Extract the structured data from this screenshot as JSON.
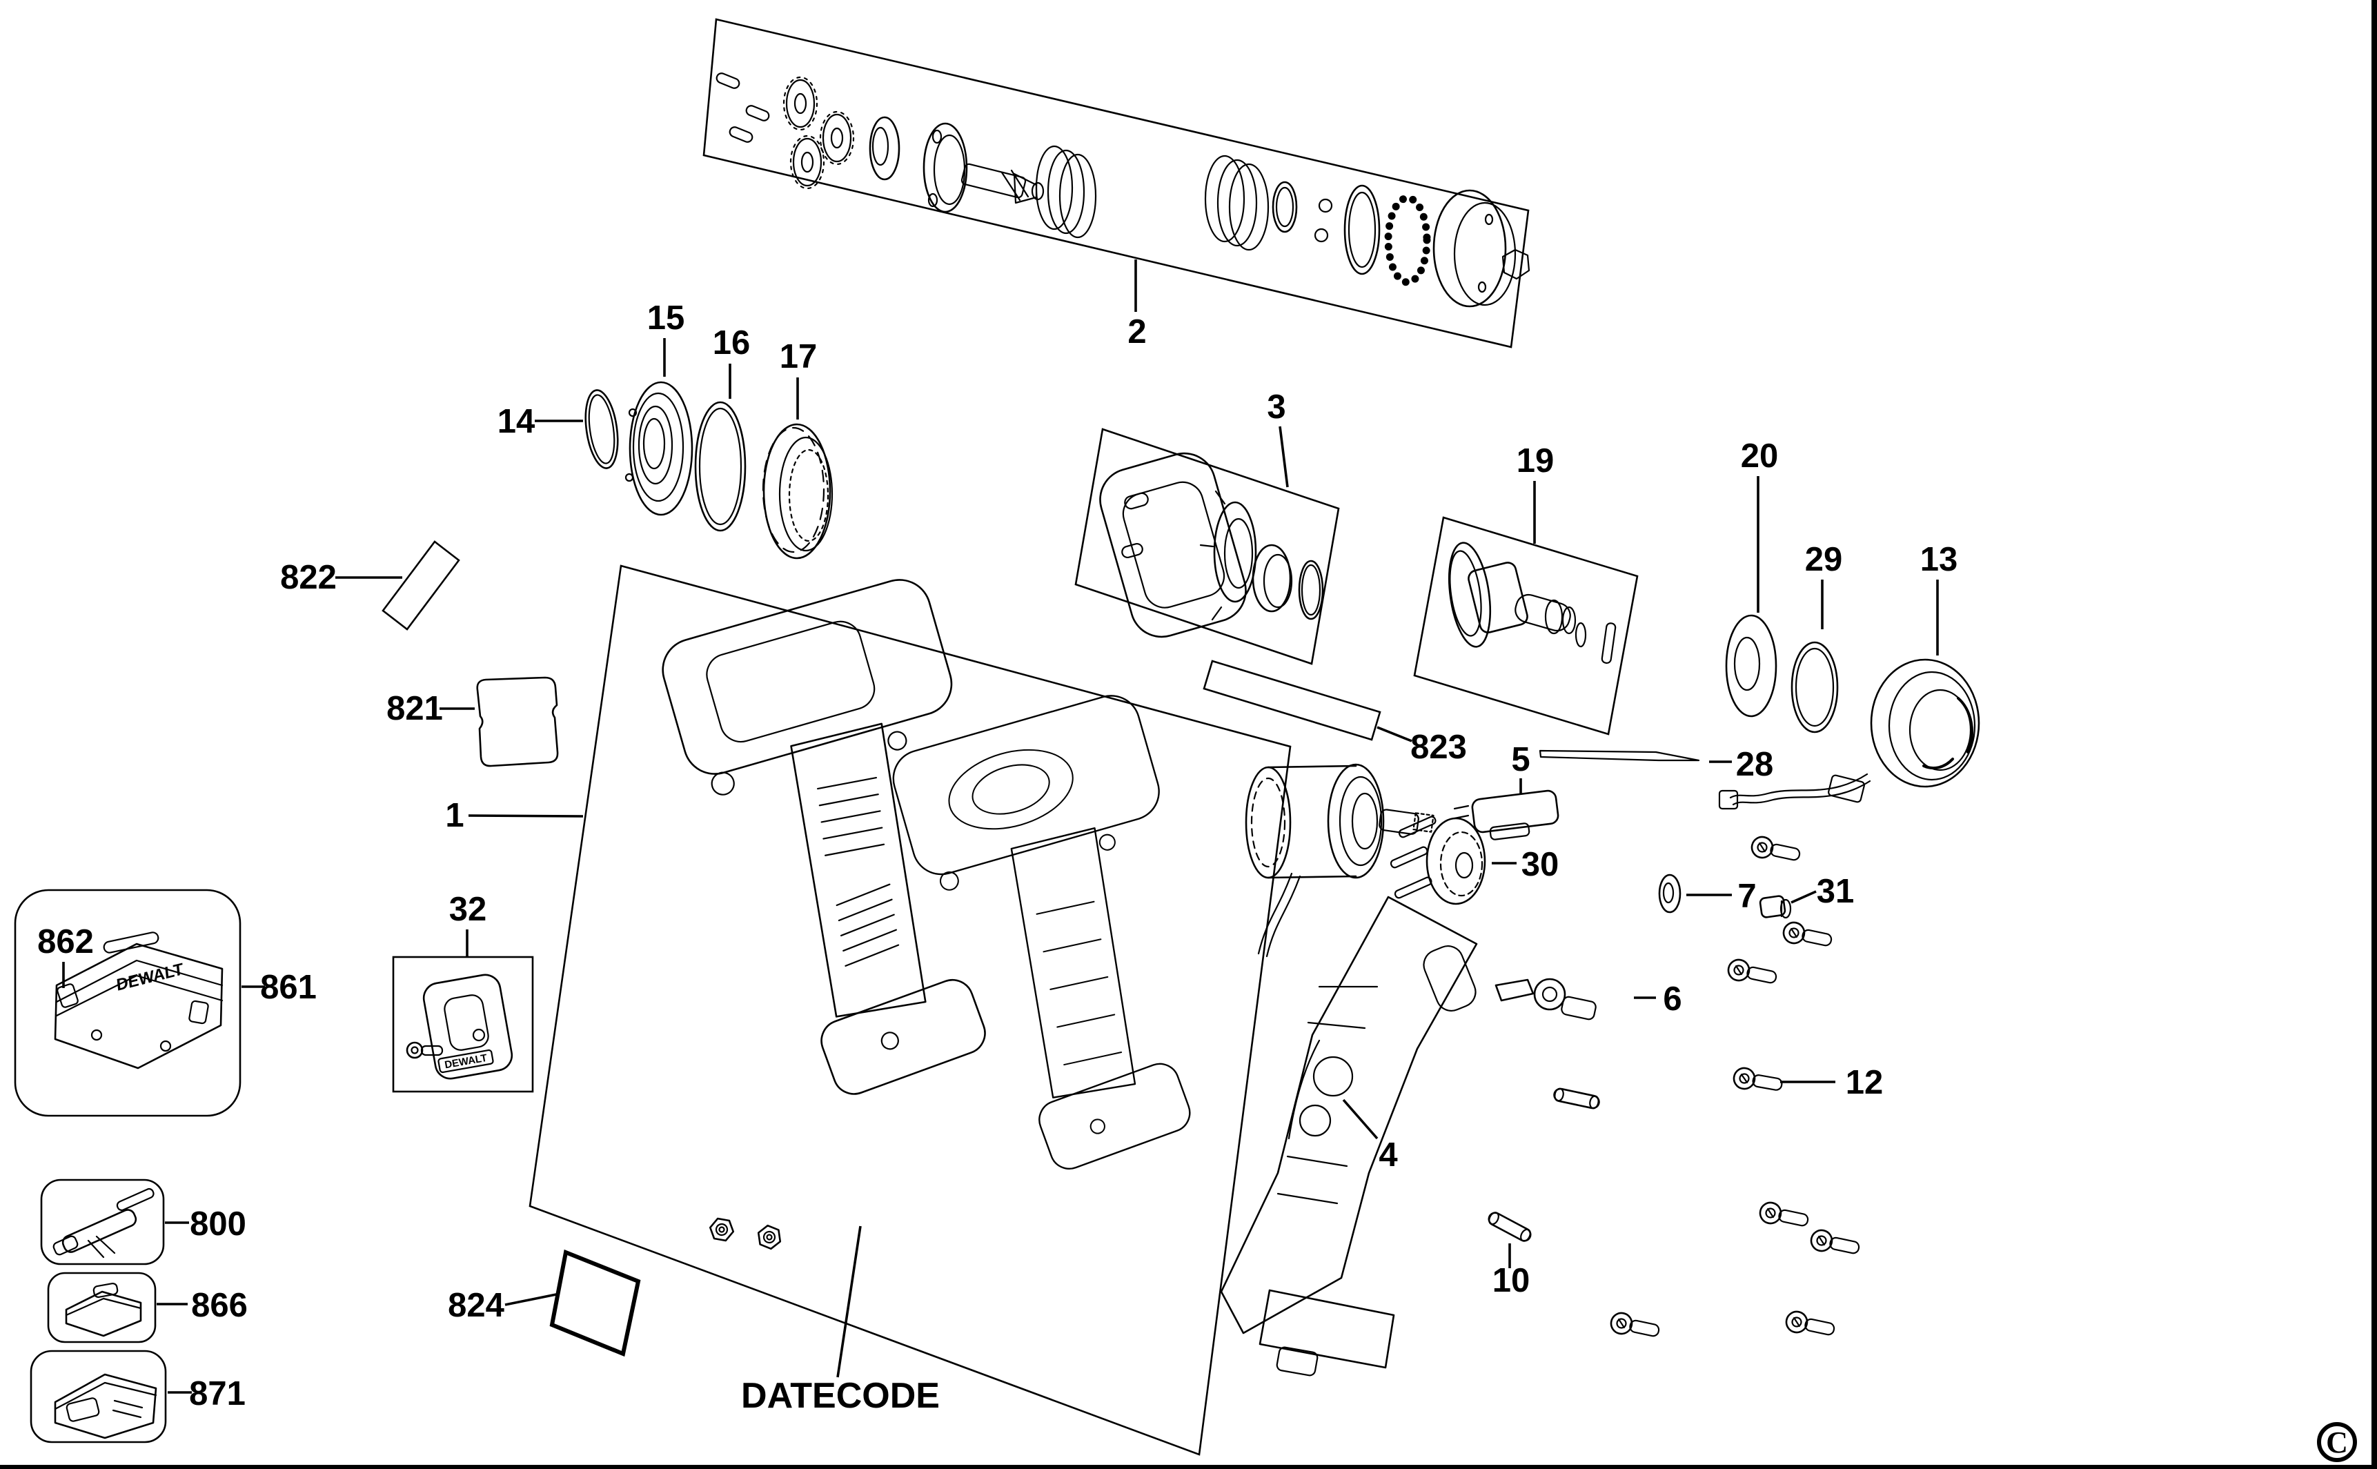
{
  "page": {
    "background": "#ffffff",
    "line_color": "#000000",
    "type": "exploded-parts-diagram"
  },
  "callouts": {
    "c1": "1",
    "c2": "2",
    "c3": "3",
    "c4": "4",
    "c5": "5",
    "c6": "6",
    "c7": "7",
    "c10": "10",
    "c12": "12",
    "c13": "13",
    "c14": "14",
    "c15": "15",
    "c16": "16",
    "c17": "17",
    "c19": "19",
    "c20": "20",
    "c28": "28",
    "c29": "29",
    "c30": "30",
    "c31": "31",
    "c32": "32",
    "c800": "800",
    "c821": "821",
    "c822": "822",
    "c823": "823",
    "c824": "824",
    "c861": "861",
    "c862": "862",
    "c866": "866",
    "c871": "871"
  },
  "labels": {
    "datecode": "DATECODE"
  },
  "symbols": {
    "copyright": "C"
  },
  "brand": {
    "logo": "DEWALT"
  }
}
